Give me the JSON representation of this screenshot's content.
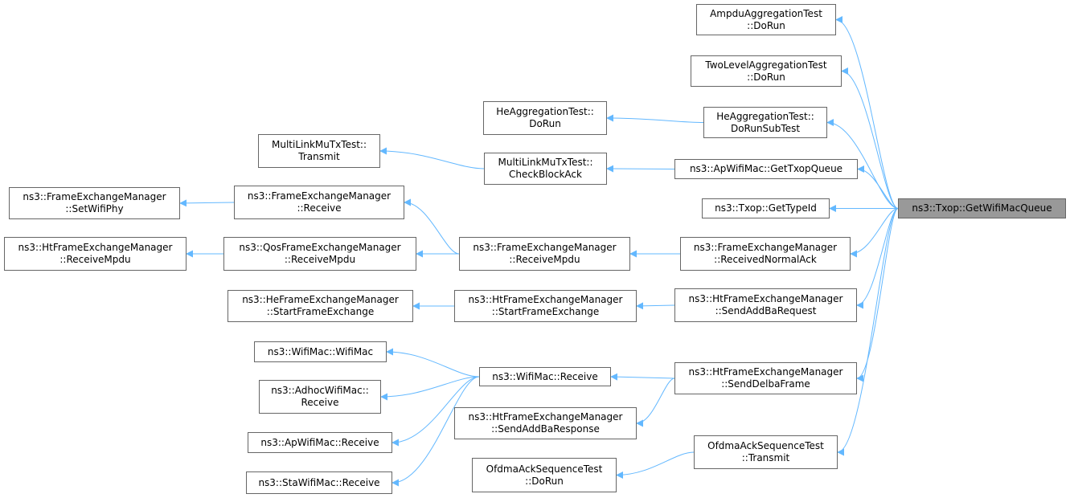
{
  "graph": {
    "focus": "ns3::Txop::GetWifiMacQueue",
    "colors": {
      "edge": "#63b8ff",
      "node_border": "#666666",
      "focus_fill": "#999999",
      "node_fill": "#ffffff"
    },
    "nodes": {
      "n0": {
        "lines": [
          "ns3::Txop::GetWifiMacQueue"
        ]
      },
      "n1": {
        "lines": [
          "AmpduAggregationTest",
          "::DoRun"
        ]
      },
      "n2": {
        "lines": [
          "TwoLevelAggregationTest",
          "::DoRun"
        ]
      },
      "n3": {
        "lines": [
          "HeAggregationTest::",
          "DoRunSubTest"
        ]
      },
      "n4": {
        "lines": [
          "HeAggregationTest::",
          "DoRun"
        ]
      },
      "n5": {
        "lines": [
          "ns3::ApWifiMac::GetTxopQueue"
        ]
      },
      "n6": {
        "lines": [
          "MultiLinkMuTxTest::",
          "CheckBlockAck"
        ]
      },
      "n7": {
        "lines": [
          "MultiLinkMuTxTest::",
          "Transmit"
        ]
      },
      "n8": {
        "lines": [
          "ns3::Txop::GetTypeId"
        ]
      },
      "n9": {
        "lines": [
          "ns3::FrameExchangeManager",
          "::ReceivedNormalAck"
        ]
      },
      "n10": {
        "lines": [
          "ns3::FrameExchangeManager",
          "::ReceiveMpdu"
        ]
      },
      "n11": {
        "lines": [
          "ns3::FrameExchangeManager",
          "::Receive"
        ]
      },
      "n12": {
        "lines": [
          "ns3::FrameExchangeManager",
          "::SetWifiPhy"
        ]
      },
      "n13": {
        "lines": [
          "ns3::QosFrameExchangeManager",
          "::ReceiveMpdu"
        ]
      },
      "n14": {
        "lines": [
          "ns3::HtFrameExchangeManager",
          "::ReceiveMpdu"
        ]
      },
      "n15": {
        "lines": [
          "ns3::HtFrameExchangeManager",
          "::SendAddBaRequest"
        ]
      },
      "n16": {
        "lines": [
          "ns3::HtFrameExchangeManager",
          "::StartFrameExchange"
        ]
      },
      "n17": {
        "lines": [
          "ns3::HeFrameExchangeManager",
          "::StartFrameExchange"
        ]
      },
      "n18": {
        "lines": [
          "ns3::HtFrameExchangeManager",
          "::SendDelbaFrame"
        ]
      },
      "n19": {
        "lines": [
          "ns3::HtFrameExchangeManager",
          "::SendAddBaResponse"
        ]
      },
      "n20": {
        "lines": [
          "ns3::WifiMac::Receive"
        ]
      },
      "n21": {
        "lines": [
          "ns3::WifiMac::WifiMac"
        ]
      },
      "n22": {
        "lines": [
          "ns3::AdhocWifiMac::",
          "Receive"
        ]
      },
      "n23": {
        "lines": [
          "ns3::ApWifiMac::Receive"
        ]
      },
      "n24": {
        "lines": [
          "ns3::StaWifiMac::Receive"
        ]
      },
      "n25": {
        "lines": [
          "OfdmaAckSequenceTest",
          "::Transmit"
        ]
      },
      "n26": {
        "lines": [
          "OfdmaAckSequenceTest",
          "::DoRun"
        ]
      }
    },
    "edges": [
      [
        "n1",
        "n0"
      ],
      [
        "n2",
        "n0"
      ],
      [
        "n3",
        "n0"
      ],
      [
        "n4",
        "n3"
      ],
      [
        "n5",
        "n0"
      ],
      [
        "n6",
        "n5"
      ],
      [
        "n7",
        "n6"
      ],
      [
        "n8",
        "n0"
      ],
      [
        "n9",
        "n0"
      ],
      [
        "n10",
        "n9"
      ],
      [
        "n11",
        "n10"
      ],
      [
        "n12",
        "n11"
      ],
      [
        "n13",
        "n10"
      ],
      [
        "n14",
        "n13"
      ],
      [
        "n15",
        "n0"
      ],
      [
        "n16",
        "n15"
      ],
      [
        "n17",
        "n16"
      ],
      [
        "n18",
        "n0"
      ],
      [
        "n19",
        "n18"
      ],
      [
        "n20",
        "n18"
      ],
      [
        "n21",
        "n20"
      ],
      [
        "n22",
        "n20"
      ],
      [
        "n23",
        "n20"
      ],
      [
        "n24",
        "n20"
      ],
      [
        "n25",
        "n0"
      ],
      [
        "n26",
        "n25"
      ]
    ]
  }
}
